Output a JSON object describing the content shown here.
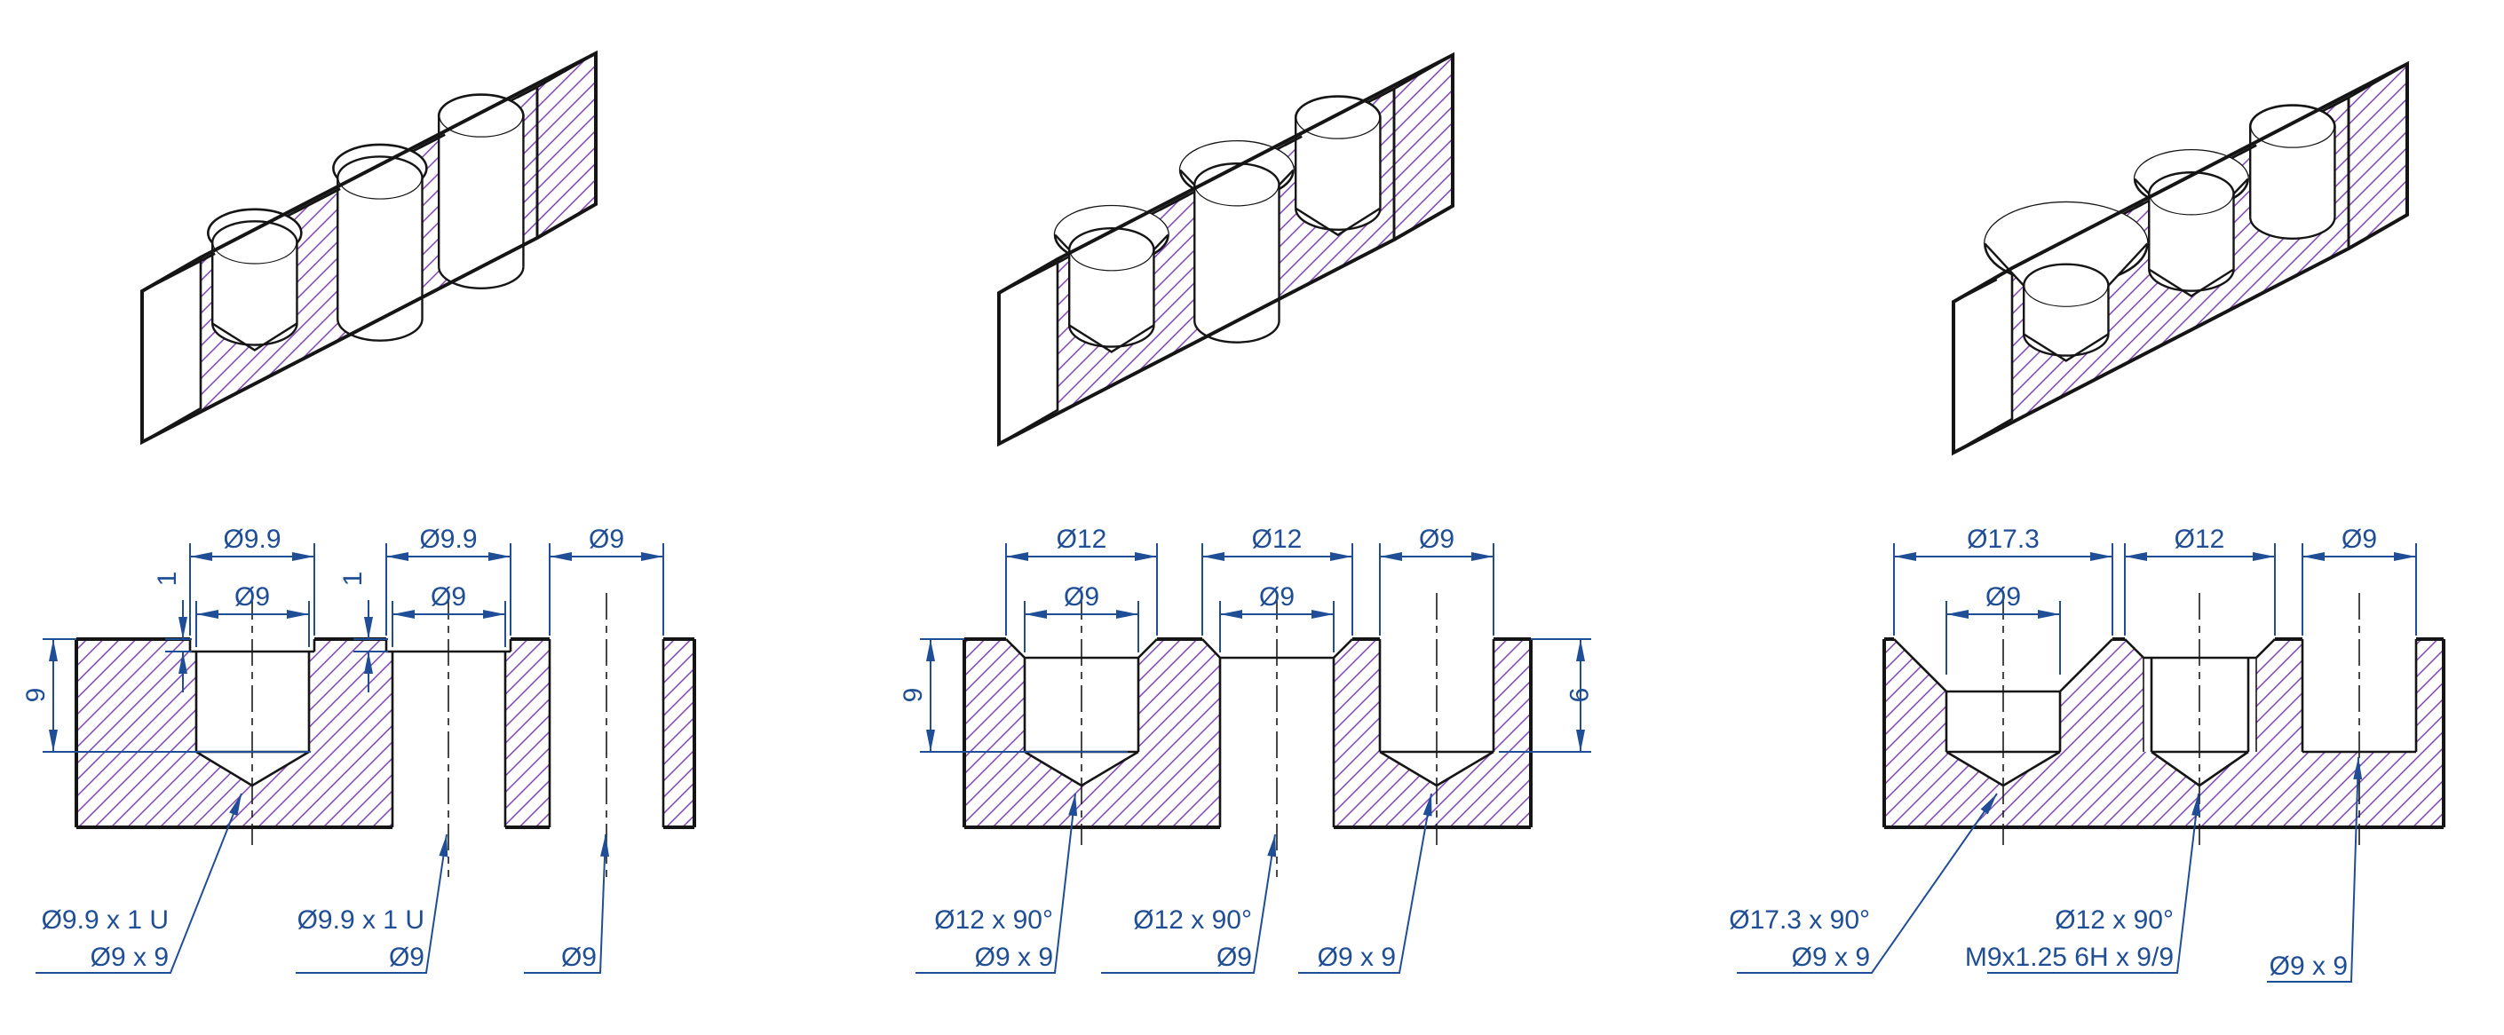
{
  "colors": {
    "dimension_blue": "#1f4e96",
    "hatch_purple": "#7535ad",
    "outline_black": "#151515",
    "background": "#ffffff"
  },
  "views": {
    "left": {
      "dims": [
        "Ø9.9",
        "Ø9",
        "Ø9.9",
        "Ø9",
        "Ø9"
      ],
      "side_dims": [
        "1",
        "1",
        "9"
      ],
      "leaders": [
        [
          "Ø9.9 x 1 U",
          "Ø9 x 9"
        ],
        [
          "Ø9.9 x 1 U",
          "Ø9"
        ],
        [
          "Ø9"
        ]
      ]
    },
    "middle": {
      "dims": [
        "Ø12",
        "Ø9",
        "Ø12",
        "Ø9",
        "Ø9"
      ],
      "side_dims": [
        "9",
        "9"
      ],
      "leaders": [
        [
          "Ø12 x 90°",
          "Ø9 x 9"
        ],
        [
          "Ø12 x 90°",
          "Ø9"
        ],
        [
          "Ø9 x 9"
        ]
      ]
    },
    "right": {
      "dims": [
        "Ø17.3",
        "Ø9",
        "Ø12",
        "Ø9"
      ],
      "side_dims": [],
      "leaders": [
        [
          "Ø17.3 x 90°",
          "Ø9 x 9"
        ],
        [
          "Ø12 x 90°",
          "M9x1.25 6H x 9/9"
        ],
        [
          "Ø9 x 9"
        ]
      ]
    }
  }
}
